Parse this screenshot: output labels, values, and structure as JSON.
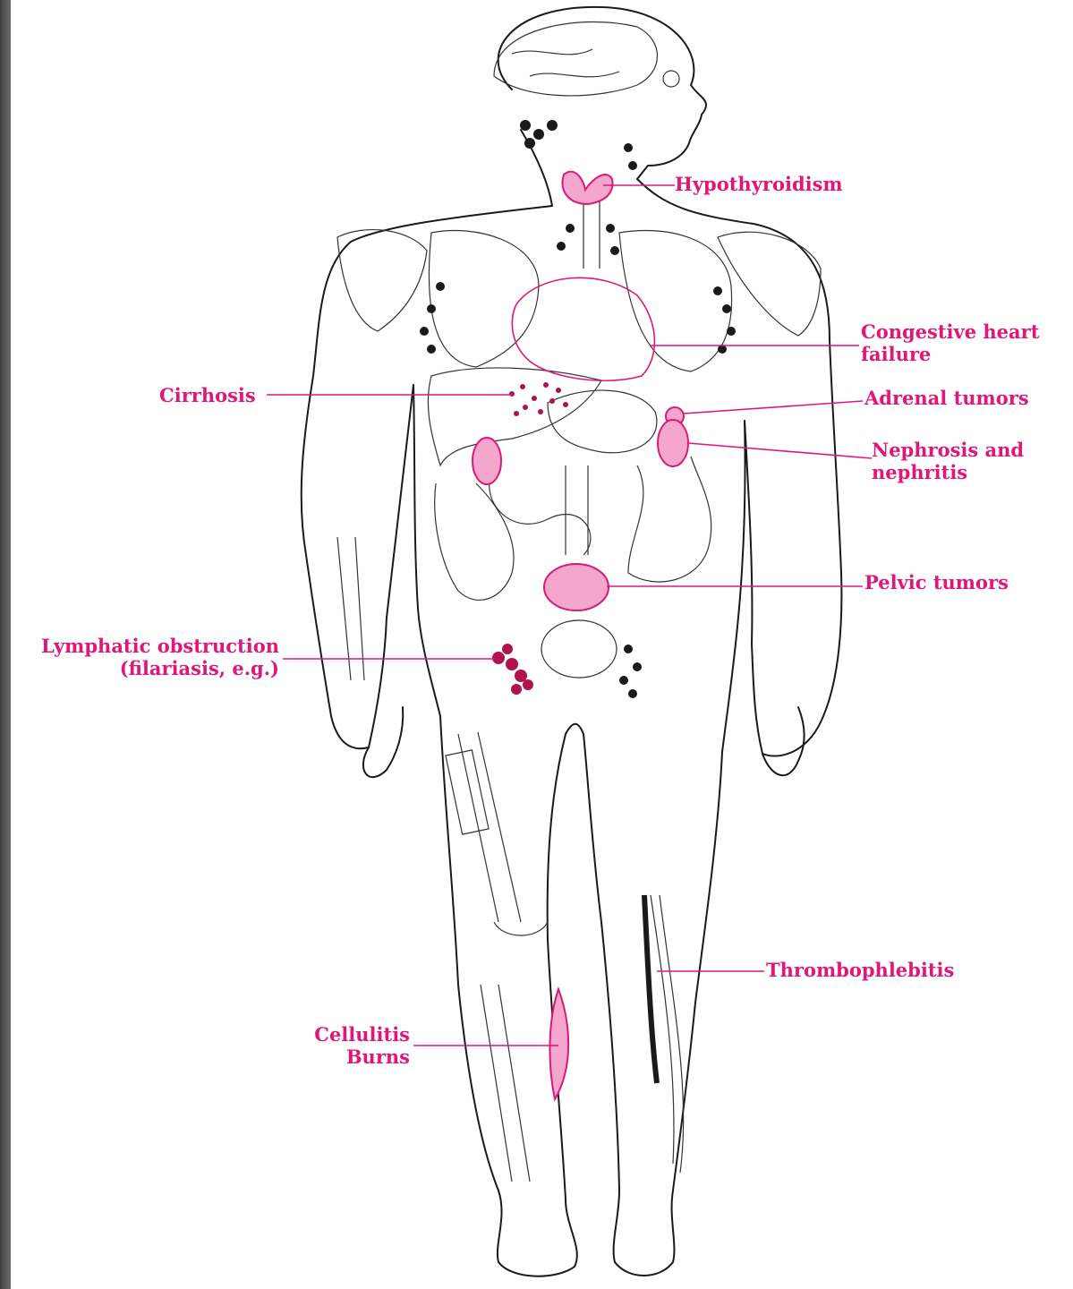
{
  "colors": {
    "label": "#e0177a",
    "highlight": "#f4a6cc",
    "ink": "#1a1a1a",
    "frame": "#4a4a4a"
  },
  "labels": {
    "hypothyroidism": "Hypothyroidism",
    "chf_line1": "Congestive heart",
    "chf_line2": "failure",
    "cirrhosis": "Cirrhosis",
    "adrenal": "Adrenal tumors",
    "nephrosis_line1": "Nephrosis and",
    "nephrosis_line2": "nephritis",
    "pelvic": "Pelvic tumors",
    "lymphatic_line1": "Lymphatic obstruction",
    "lymphatic_line2": "(filariasis, e.g.)",
    "thrombophlebitis": "Thrombophlebitis",
    "cellulitis": "Cellulitis",
    "burns": "Burns"
  }
}
